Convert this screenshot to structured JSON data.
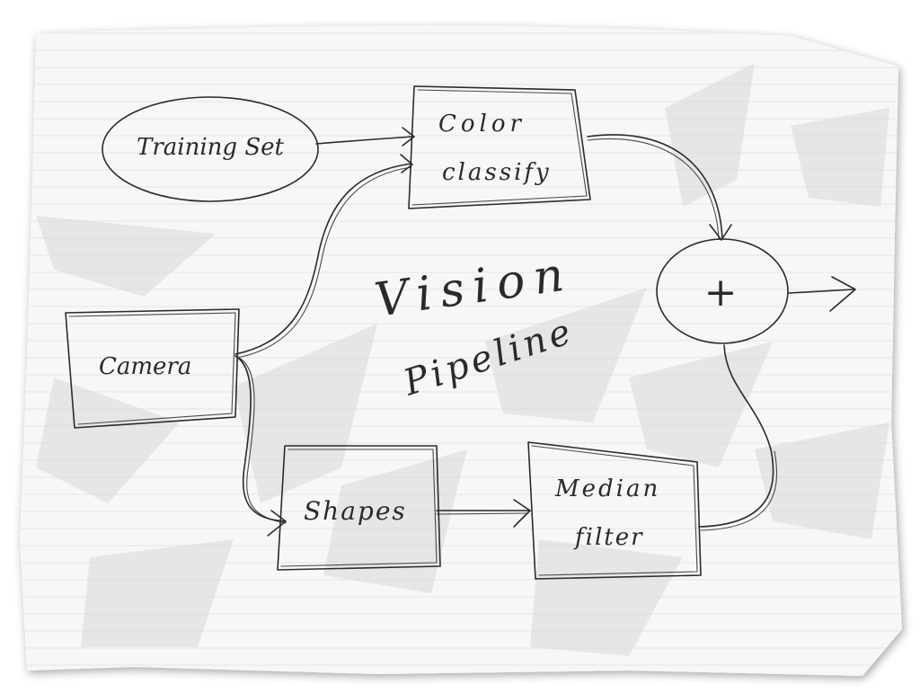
{
  "diagram": {
    "title_line1": "Vision",
    "title_line2": "Pipeline",
    "nodes": {
      "training_set": "Training Set",
      "color_classify_line1": "Color",
      "color_classify_line2": "classify",
      "camera": "Camera",
      "shapes": "Shapes",
      "median_filter_line1": "Median",
      "median_filter_line2": "filter",
      "combiner_symbol": "+"
    }
  },
  "colors": {
    "ink": "#2b2b2b",
    "paper": "#f7f7f7",
    "shadow": "#cfcfcf"
  }
}
